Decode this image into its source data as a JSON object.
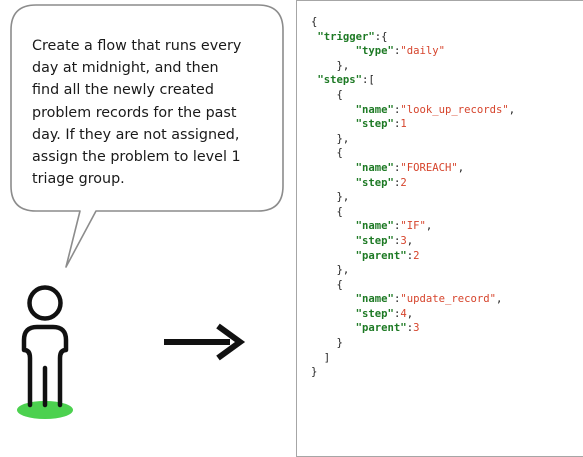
{
  "speech_bubble": {
    "text": "Create a flow that runs every\nday at midnight, and then\nfind all the newly created\nproblem records for the past\nday. If they are not assigned,\nassign the problem to level 1\ntriage group."
  },
  "icons": {
    "person": "person-icon",
    "arrow": "right-arrow-icon"
  },
  "colors": {
    "json_key": "#1e7a25",
    "json_value": "#d6442c",
    "ground_shadow": "#4cd14f",
    "outline": "#111111"
  },
  "code_lines": [
    [
      {
        "t": "{",
        "c": "p"
      }
    ],
    [
      {
        "t": " ",
        "c": "p"
      },
      {
        "t": "\"trigger\"",
        "c": "key"
      },
      {
        "t": ":{",
        "c": "p"
      }
    ],
    [
      {
        "t": "       ",
        "c": "p"
      },
      {
        "t": "\"type\"",
        "c": "key"
      },
      {
        "t": ":",
        "c": "p"
      },
      {
        "t": "\"daily\"",
        "c": "str"
      }
    ],
    [
      {
        "t": "    },",
        "c": "p"
      }
    ],
    [
      {
        "t": " ",
        "c": "p"
      },
      {
        "t": "\"steps\"",
        "c": "key"
      },
      {
        "t": ":[",
        "c": "p"
      }
    ],
    [
      {
        "t": "    {",
        "c": "p"
      }
    ],
    [
      {
        "t": "       ",
        "c": "p"
      },
      {
        "t": "\"name\"",
        "c": "key"
      },
      {
        "t": ":",
        "c": "p"
      },
      {
        "t": "\"look_up_records\"",
        "c": "str"
      },
      {
        "t": ",",
        "c": "p"
      }
    ],
    [
      {
        "t": "       ",
        "c": "p"
      },
      {
        "t": "\"step\"",
        "c": "key"
      },
      {
        "t": ":",
        "c": "p"
      },
      {
        "t": "1",
        "c": "num"
      }
    ],
    [
      {
        "t": "    },",
        "c": "p"
      }
    ],
    [
      {
        "t": "    {",
        "c": "p"
      }
    ],
    [
      {
        "t": "       ",
        "c": "p"
      },
      {
        "t": "\"name\"",
        "c": "key"
      },
      {
        "t": ":",
        "c": "p"
      },
      {
        "t": "\"FOREACH\"",
        "c": "str"
      },
      {
        "t": ",",
        "c": "p"
      }
    ],
    [
      {
        "t": "       ",
        "c": "p"
      },
      {
        "t": "\"step\"",
        "c": "key"
      },
      {
        "t": ":",
        "c": "p"
      },
      {
        "t": "2",
        "c": "num"
      }
    ],
    [
      {
        "t": "    },",
        "c": "p"
      }
    ],
    [
      {
        "t": "    {",
        "c": "p"
      }
    ],
    [
      {
        "t": "       ",
        "c": "p"
      },
      {
        "t": "\"name\"",
        "c": "key"
      },
      {
        "t": ":",
        "c": "p"
      },
      {
        "t": "\"IF\"",
        "c": "str"
      },
      {
        "t": ",",
        "c": "p"
      }
    ],
    [
      {
        "t": "       ",
        "c": "p"
      },
      {
        "t": "\"step\"",
        "c": "key"
      },
      {
        "t": ":",
        "c": "p"
      },
      {
        "t": "3",
        "c": "num"
      },
      {
        "t": ",",
        "c": "p"
      }
    ],
    [
      {
        "t": "       ",
        "c": "p"
      },
      {
        "t": "\"parent\"",
        "c": "key"
      },
      {
        "t": ":",
        "c": "p"
      },
      {
        "t": "2",
        "c": "num"
      }
    ],
    [
      {
        "t": "    },",
        "c": "p"
      }
    ],
    [
      {
        "t": "    {",
        "c": "p"
      }
    ],
    [
      {
        "t": "       ",
        "c": "p"
      },
      {
        "t": "\"name\"",
        "c": "key"
      },
      {
        "t": ":",
        "c": "p"
      },
      {
        "t": "\"update_record\"",
        "c": "str"
      },
      {
        "t": ",",
        "c": "p"
      }
    ],
    [
      {
        "t": "       ",
        "c": "p"
      },
      {
        "t": "\"step\"",
        "c": "key"
      },
      {
        "t": ":",
        "c": "p"
      },
      {
        "t": "4",
        "c": "num"
      },
      {
        "t": ",",
        "c": "p"
      }
    ],
    [
      {
        "t": "       ",
        "c": "p"
      },
      {
        "t": "\"parent\"",
        "c": "key"
      },
      {
        "t": ":",
        "c": "p"
      },
      {
        "t": "3",
        "c": "num"
      }
    ],
    [
      {
        "t": "    }",
        "c": "p"
      }
    ],
    [
      {
        "t": "  ]",
        "c": "p"
      }
    ],
    [
      {
        "t": "}",
        "c": "p"
      }
    ]
  ]
}
